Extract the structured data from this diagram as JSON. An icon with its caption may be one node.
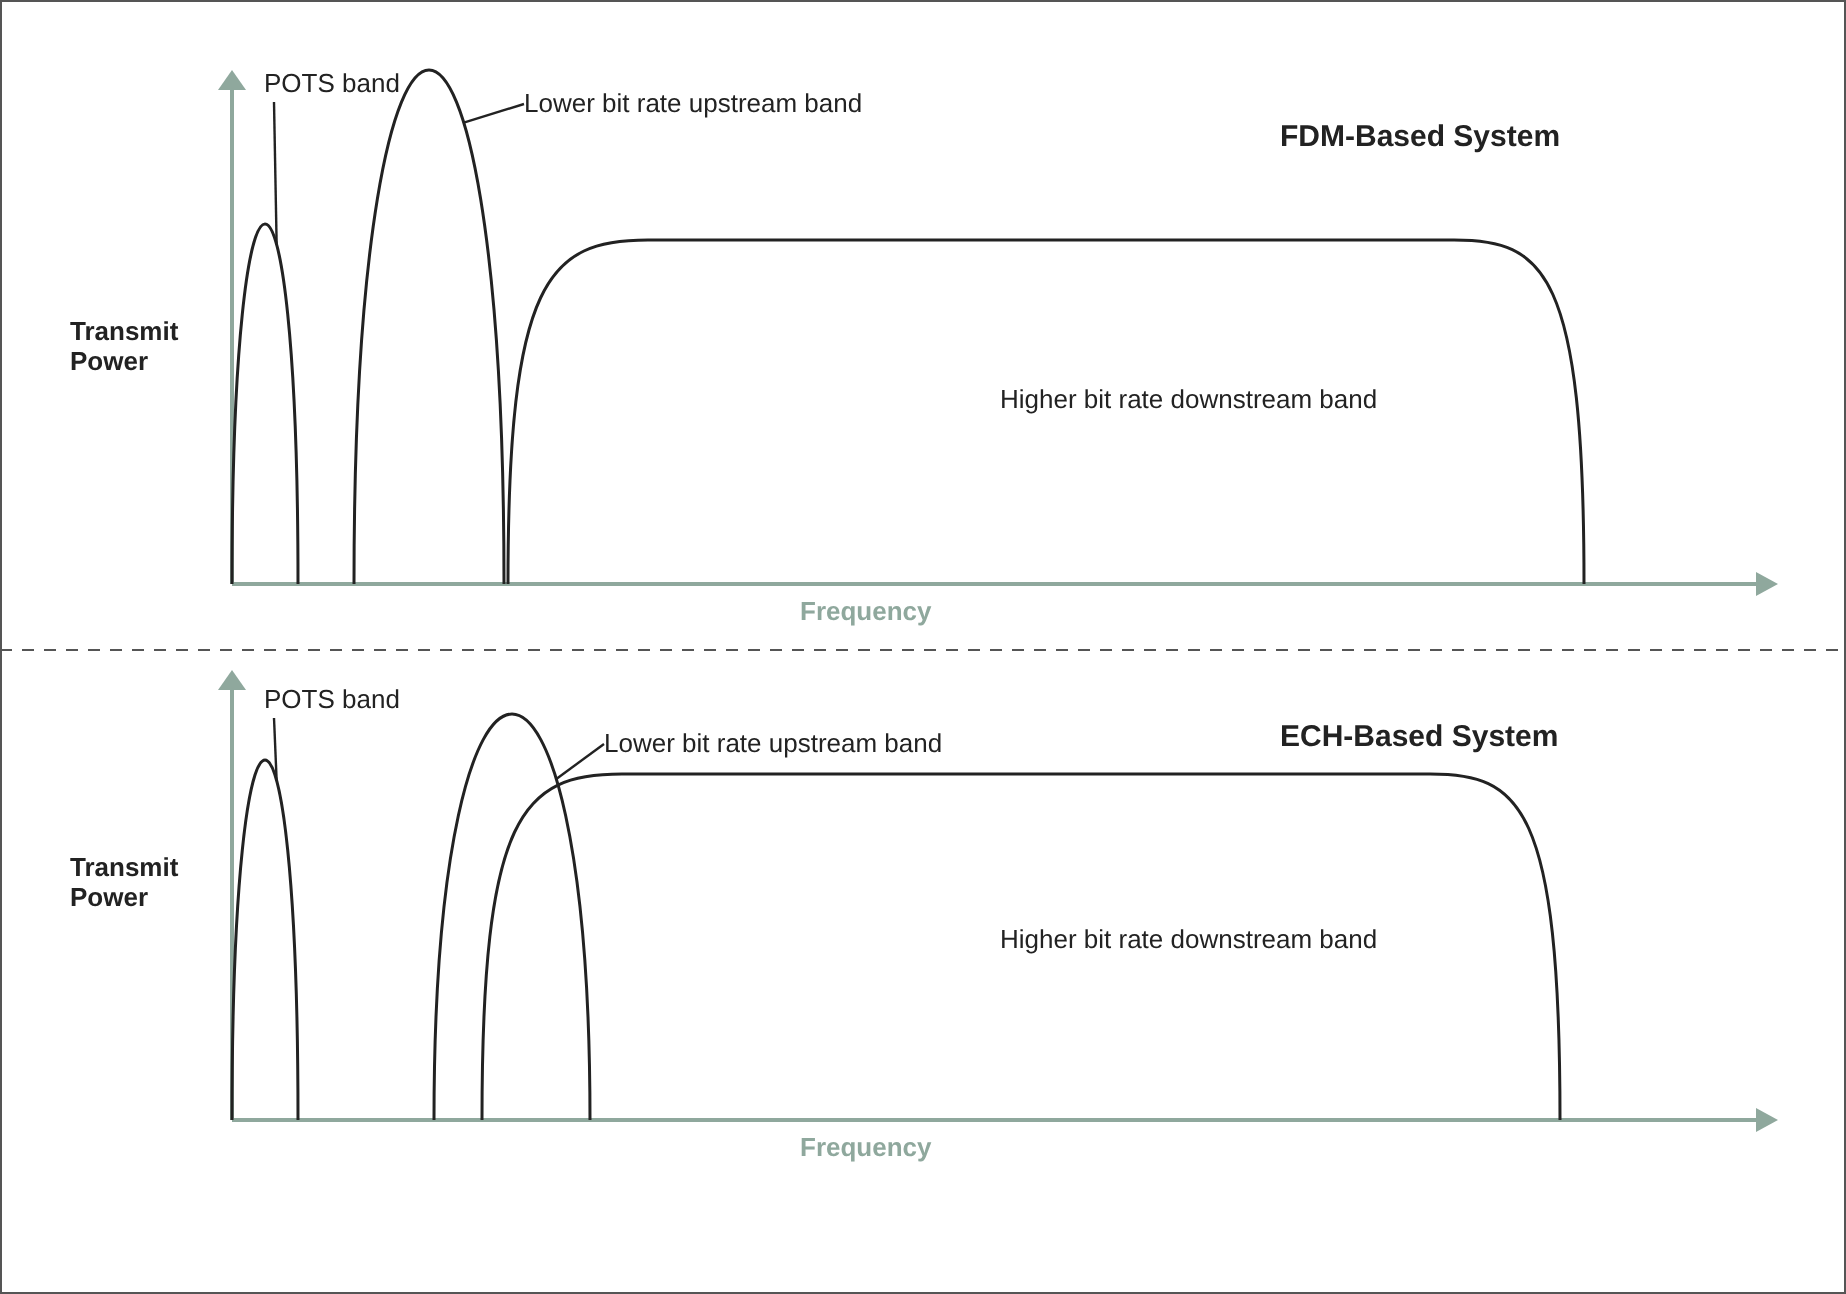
{
  "diagram": {
    "nodes": [
      {
        "text": [
          "POTS band"
        ]
      },
      {
        "text": [
          "Lower bit rate upstream band"
        ]
      },
      {
        "text": [],
        "shape": "arch"
      },
      {
        "text": [],
        "shape": "arch"
      },
      {
        "text": [
          "Higher bit rate downstream band"
        ]
      },
      {
        "text": [
          "POTS band"
        ]
      },
      {
        "text": [
          "Lower bit rate upstream band"
        ]
      },
      {
        "text": [],
        "shape": "arch"
      },
      {
        "text": [],
        "shape": "arch"
      },
      {
        "text": [
          "Higher bit rate downstream band"
        ]
      }
    ],
    "edges": [
      {
        "from": 0,
        "to": 2,
        "arrow": "none"
      },
      {
        "from": 1,
        "to": 3,
        "arrow": "none"
      },
      {
        "from": 5,
        "to": 7,
        "arrow": "none"
      },
      {
        "from": 6,
        "to": 8,
        "arrow": "none"
      }
    ],
    "labels": [
      "FDM-Based System",
      "Transmit Power",
      "Frequency",
      "ECH-Based System",
      "Transmit Power",
      "Frequency"
    ]
  }
}
